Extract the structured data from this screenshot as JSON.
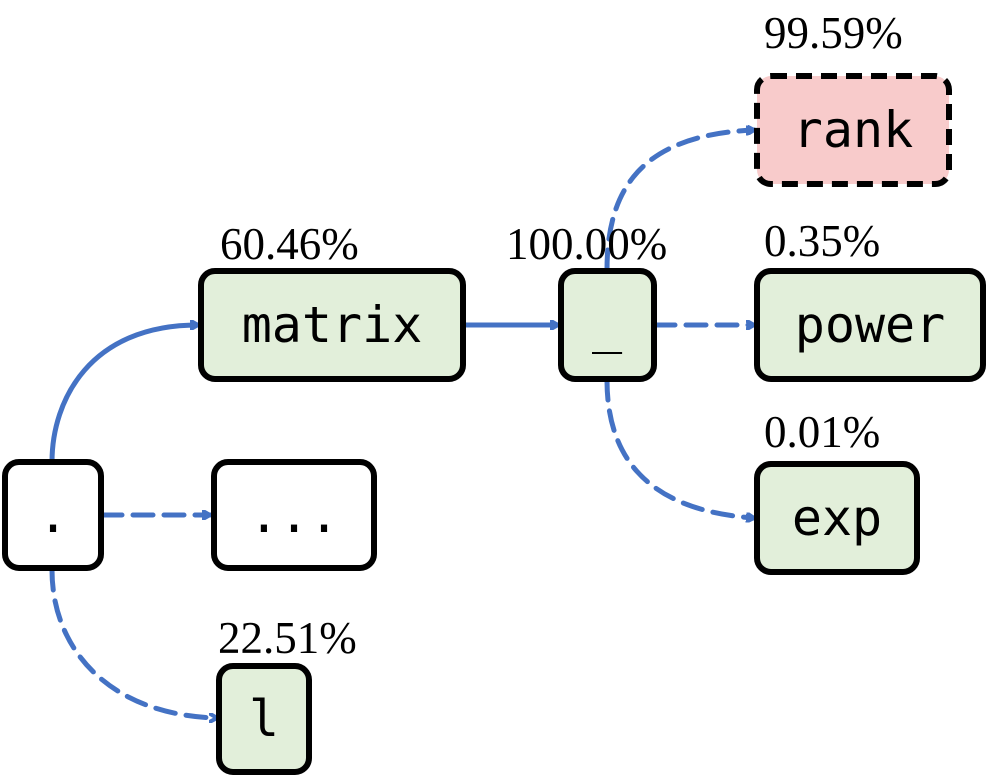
{
  "colors": {
    "edge": "#4472C4",
    "box_border": "#000000",
    "candidate_fill": "#E2EFDA",
    "selected_fill": "#F8CBCB",
    "plain_fill": "#FFFFFF"
  },
  "nodes": {
    "dot": {
      "token": ".",
      "probability": ""
    },
    "ellipsis": {
      "token": "...",
      "probability": ""
    },
    "l": {
      "token": "l",
      "probability": "22.51%"
    },
    "matrix": {
      "token": "matrix",
      "probability": "60.46%"
    },
    "underscore": {
      "token": "_",
      "probability": "100.00%"
    },
    "rank": {
      "token": "rank",
      "probability": "99.59%"
    },
    "power": {
      "token": "power",
      "probability": "0.35%"
    },
    "exp": {
      "token": "exp",
      "probability": "0.01%"
    }
  }
}
